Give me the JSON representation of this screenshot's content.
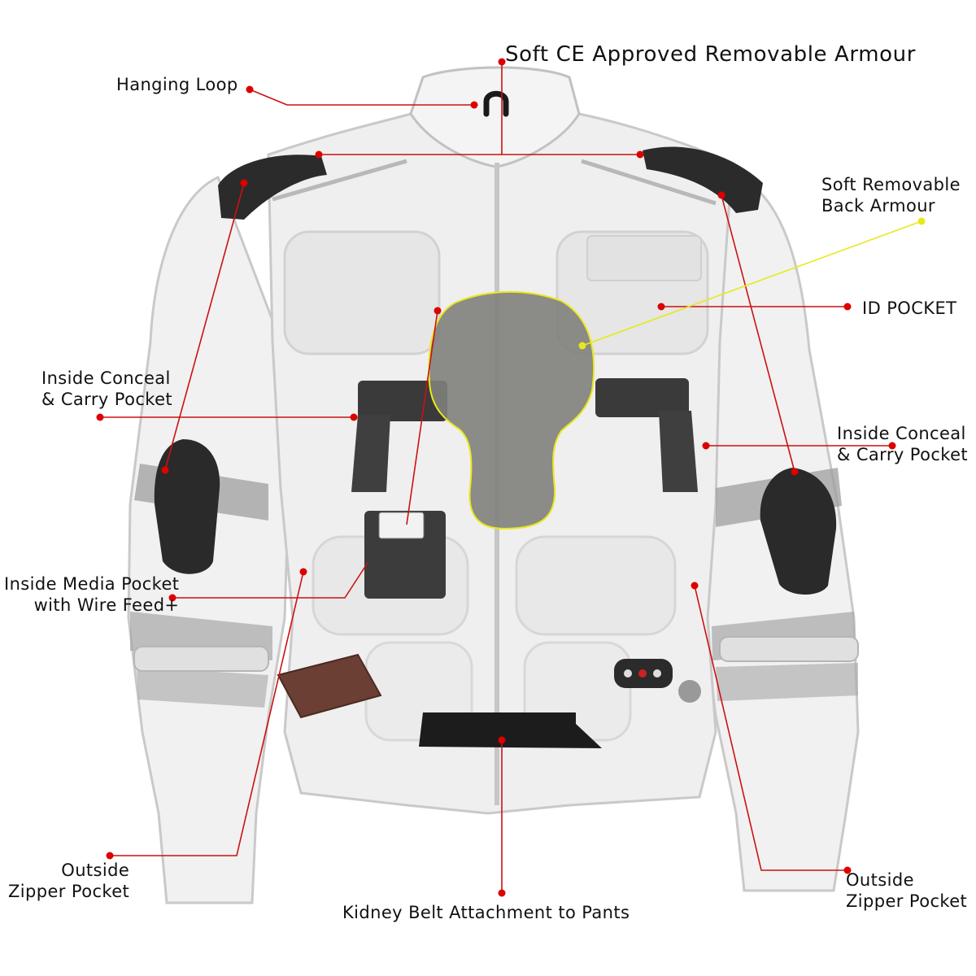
{
  "diagram": {
    "colors": {
      "callout_line": "#cc1111",
      "callout_dot": "#dd0000",
      "back_armour_line": "#e8e81a",
      "back_armour_fill": "#7f807c",
      "jacket_fill": "#eeeeee",
      "armour_pad": "#2b2b2b"
    },
    "labels": {
      "armour": "Soft CE Approved Removable Armour",
      "hanging_loop": "Hanging Loop",
      "back_armour": [
        "Soft Removable",
        "Back Armour"
      ],
      "id_pocket": "ID POCKET",
      "conceal_left": [
        "Inside Conceal",
        "& Carry Pocket"
      ],
      "conceal_right": [
        "Inside Conceal",
        "& Carry Pocket"
      ],
      "media_pocket": [
        "Inside Media Pocket",
        "with Wire Feed+"
      ],
      "zipper_left": [
        "Outside",
        "Zipper Pocket"
      ],
      "zipper_right": [
        "Outside",
        "Zipper Pocket"
      ],
      "kidney_belt": "Kidney Belt Attachment to Pants"
    },
    "icons": [
      "jacket-illustration",
      "shoulder-armour-pad",
      "elbow-armour-pad",
      "back-armour-insert",
      "pistol",
      "smartphone",
      "wallet",
      "car-key-fob",
      "kidney-belt-zipper"
    ]
  }
}
